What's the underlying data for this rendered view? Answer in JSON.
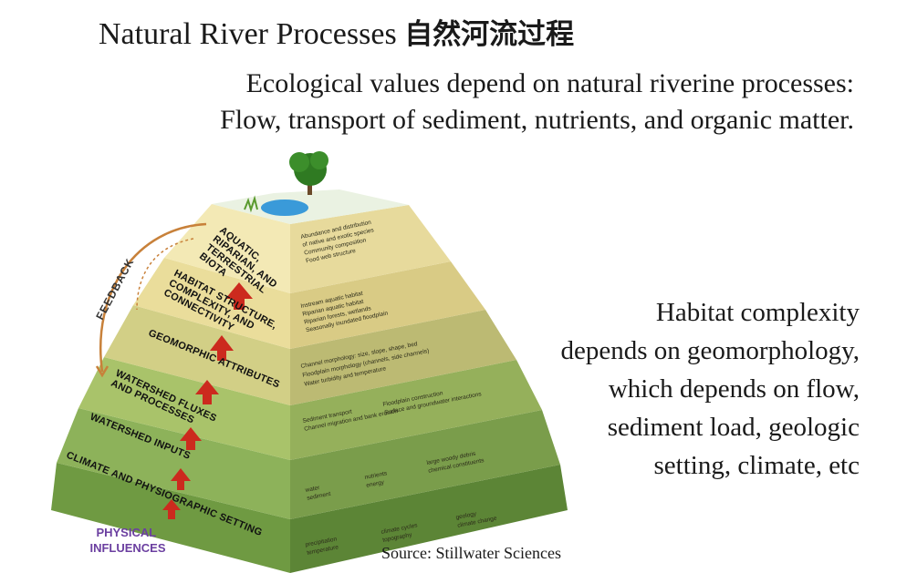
{
  "slide": {
    "title": "Natural River Processes",
    "title_cjk": "自然河流过程",
    "subtitle_line1": "Ecological values depend on natural riverine processes:",
    "subtitle_line2": "Flow, transport of sediment, nutrients, and organic matter.",
    "habitat_lines": [
      "Habitat complexity",
      "depends on geomorphology,",
      "which depends on flow,",
      "sediment load, geologic",
      "setting, climate, etc"
    ],
    "source": "Source: Stillwater Sciences"
  },
  "diagram": {
    "feedback_label": "FEEDBACK",
    "bottom_label_line1": "PHYSICAL",
    "bottom_label_line2": "INFLUENCES",
    "levels": [
      {
        "label_lines": [
          "AQUATIC,",
          "RIPARIAN, AND",
          "TERRESTRIAL",
          "BIOTA"
        ],
        "bullets": [
          "Abundance and distribution",
          "of native and exotic species",
          "Community composition",
          "Food web structure"
        ],
        "color": "#f1e7b0"
      },
      {
        "label_lines": [
          "HABITAT STRUCTURE,",
          "COMPLEXITY, AND",
          "CONNECTIVITY"
        ],
        "bullets": [
          "Instream aquatic habitat",
          "Riparian aquatic habitat",
          "Riparian forests, wetlands",
          "Seasonally inundated floodplain"
        ],
        "color": "#e9dc98"
      },
      {
        "label_lines": [
          "GEOMORPHIC ATTRIBUTES"
        ],
        "bullets": [
          "Channel morphology: size, slope, shape, bed",
          "Floodplain morphology (channels, side channels)",
          "Water turbidity and temperature"
        ],
        "color": "#d6d38a"
      },
      {
        "label_lines": [
          "WATERSHED FLUXES",
          "AND PROCESSES"
        ],
        "bullets": [
          "Sediment transport",
          "Channel migration and bank erosion",
          "Floodplain construction",
          "Surface and groundwater interactions"
        ],
        "color": "#b7c774"
      },
      {
        "label_lines": [
          "WATERSHED INPUTS"
        ],
        "bullets": [
          "water",
          "sediment",
          "nutrients",
          "energy",
          "large woody debris",
          "chemical constituents"
        ],
        "color": "#9cb865"
      },
      {
        "label_lines": [
          "CLIMATE AND PHYSIOGRAPHIC SETTING"
        ],
        "bullets": [
          "precipitation",
          "temperature",
          "climate cycles",
          "topography",
          "geology",
          "climate change"
        ],
        "color": "#7da24f"
      }
    ]
  }
}
